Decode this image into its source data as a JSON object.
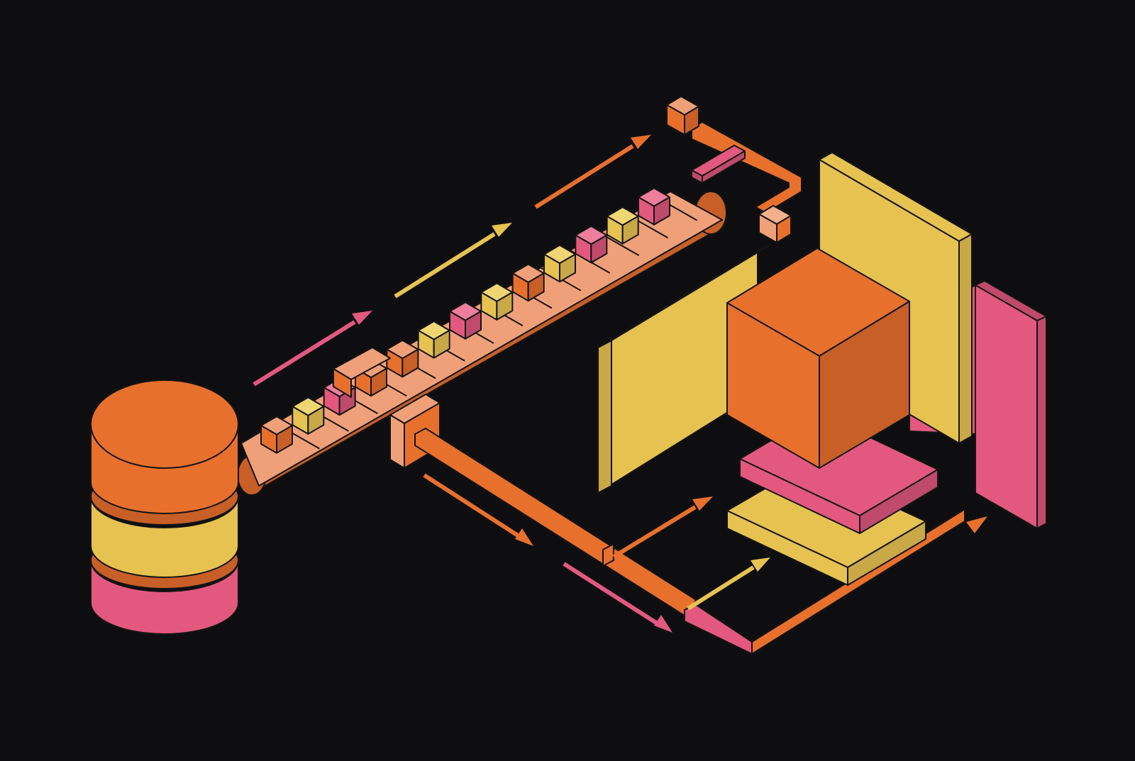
{
  "colors": {
    "background": "#0e0e11",
    "orange": "#e8702d",
    "orange_dark": "#c85f27",
    "orange_light": "#f0a079",
    "yellow": "#e6c250",
    "yellow_dark": "#c9a847",
    "pink": "#e3587f",
    "pink_dark": "#c04a6c",
    "outline": "#141414"
  },
  "belt_items": [
    "orange",
    "yellow",
    "pink",
    "orange",
    "orange",
    "yellow",
    "pink",
    "yellow",
    "orange",
    "yellow",
    "pink",
    "yellow",
    "pink"
  ],
  "flow_arrows": [
    "pink",
    "yellow",
    "orange",
    "orange",
    "pink",
    "orange",
    "yellow",
    "orange"
  ],
  "icons": [
    "database-cylinder-icon",
    "conveyor-belt-icon",
    "sorting-cube-icon",
    "output-arrow-icon"
  ]
}
